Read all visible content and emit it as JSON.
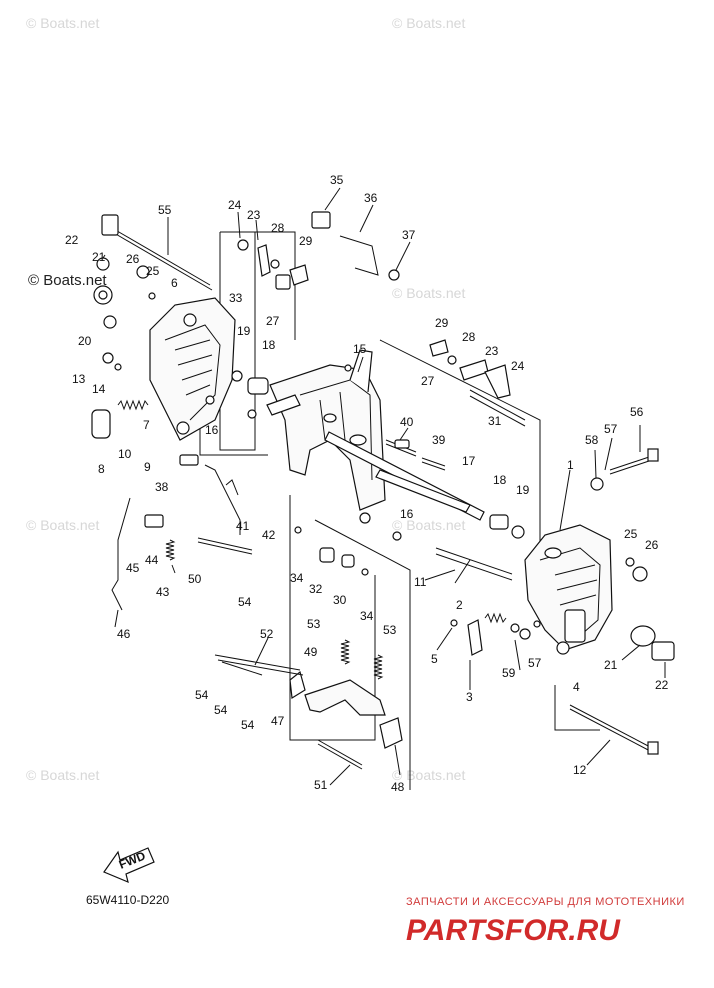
{
  "watermark": "© Boats.net",
  "diagram_code": "65W4110-D220",
  "fwd_label": "FWD",
  "brand": {
    "tagline": "ЗАПЧАСТИ И АКСЕССУАРЫ ДЛЯ МОТОТЕХНИКИ",
    "name": "PARTSFOR.RU",
    "color": "#d12a2a"
  },
  "callouts": [
    "1",
    "2",
    "3",
    "4",
    "5",
    "6",
    "7",
    "8",
    "9",
    "10",
    "11",
    "12",
    "13",
    "14",
    "15",
    "16",
    "17",
    "18",
    "19",
    "20",
    "21",
    "22",
    "23",
    "24",
    "25",
    "26",
    "27",
    "28",
    "29",
    "30",
    "31",
    "32",
    "33",
    "34",
    "35",
    "36",
    "37",
    "38",
    "39",
    "40",
    "41",
    "42",
    "43",
    "44",
    "45",
    "46",
    "47",
    "48",
    "49",
    "50",
    "51",
    "52",
    "53",
    "54",
    "55",
    "56",
    "57",
    "58",
    "59"
  ]
}
